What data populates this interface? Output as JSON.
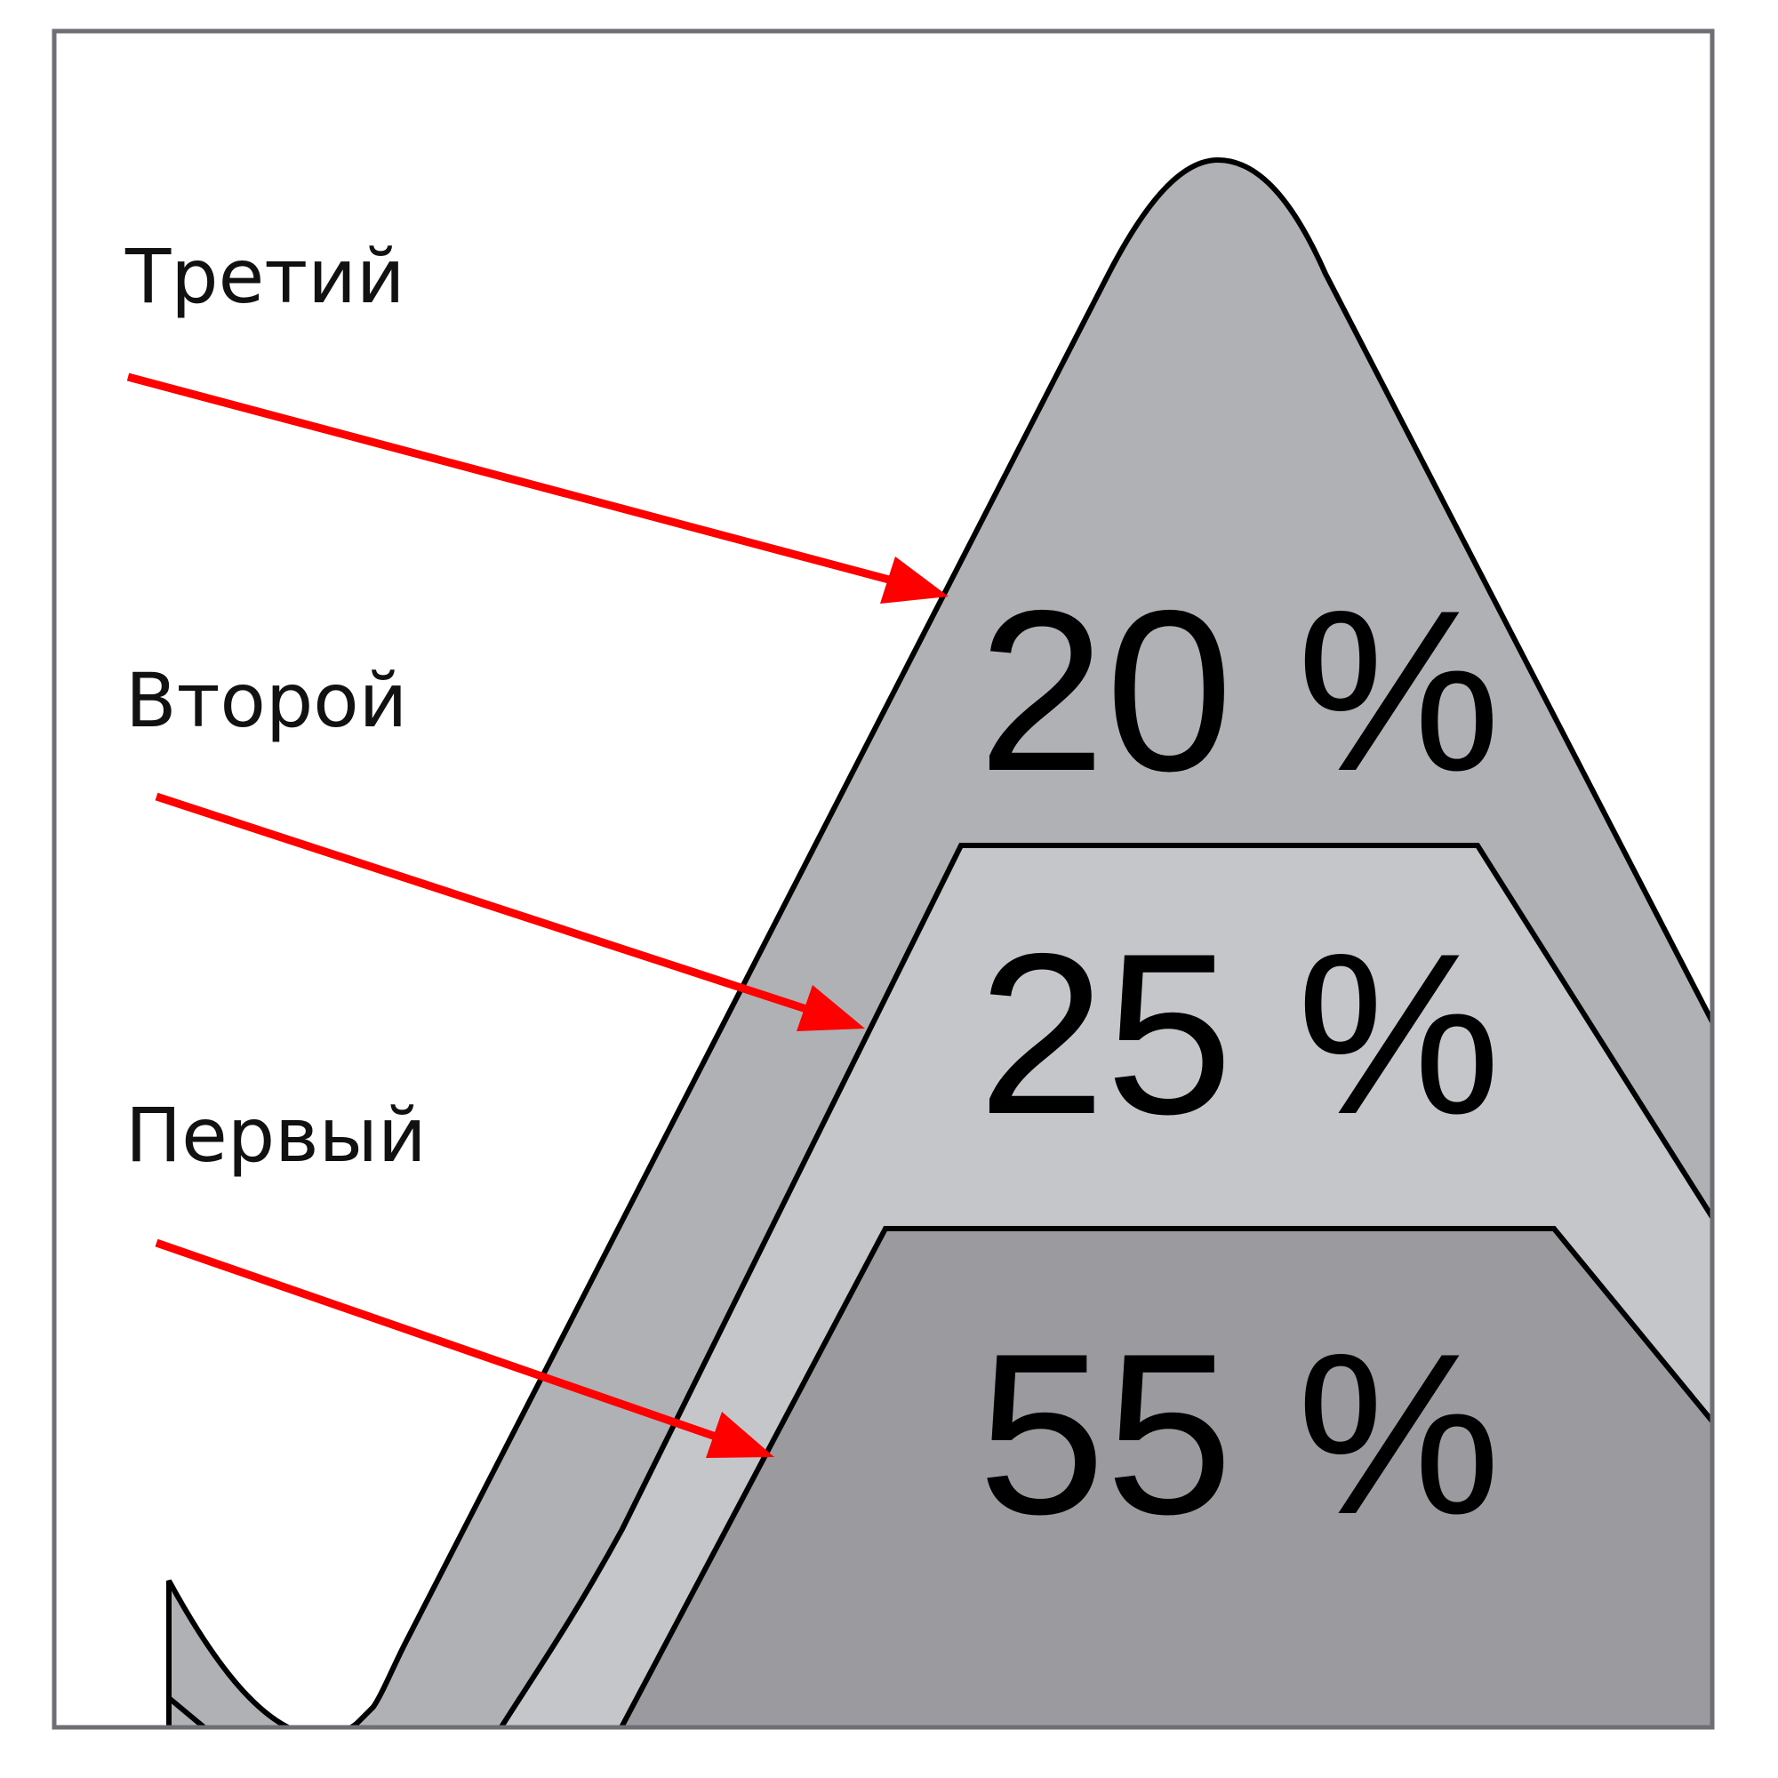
{
  "diagram": {
    "type": "layered-pyramid",
    "colors": {
      "top_layer": "#b0b1b5",
      "middle_layer": "#c5c6ca",
      "bottom_layer": "#9b9a9f",
      "outline": "#000000",
      "arrow": "#ff0000",
      "frame": "#6e6e74"
    },
    "labels": [
      {
        "text": "Третий",
        "points_to": "top_layer"
      },
      {
        "text": "Второй",
        "points_to": "middle_layer"
      },
      {
        "text": "Первый",
        "points_to": "bottom_layer"
      }
    ],
    "layers": [
      {
        "name": "Третий",
        "value": "20 %"
      },
      {
        "name": "Второй",
        "value": "25 %"
      },
      {
        "name": "Первый",
        "value": "55 %"
      }
    ]
  },
  "chart_data": {
    "type": "pyramid",
    "categories": [
      "Первый",
      "Второй",
      "Третий"
    ],
    "values": [
      55,
      25,
      20
    ],
    "unit": "%",
    "title": ""
  }
}
